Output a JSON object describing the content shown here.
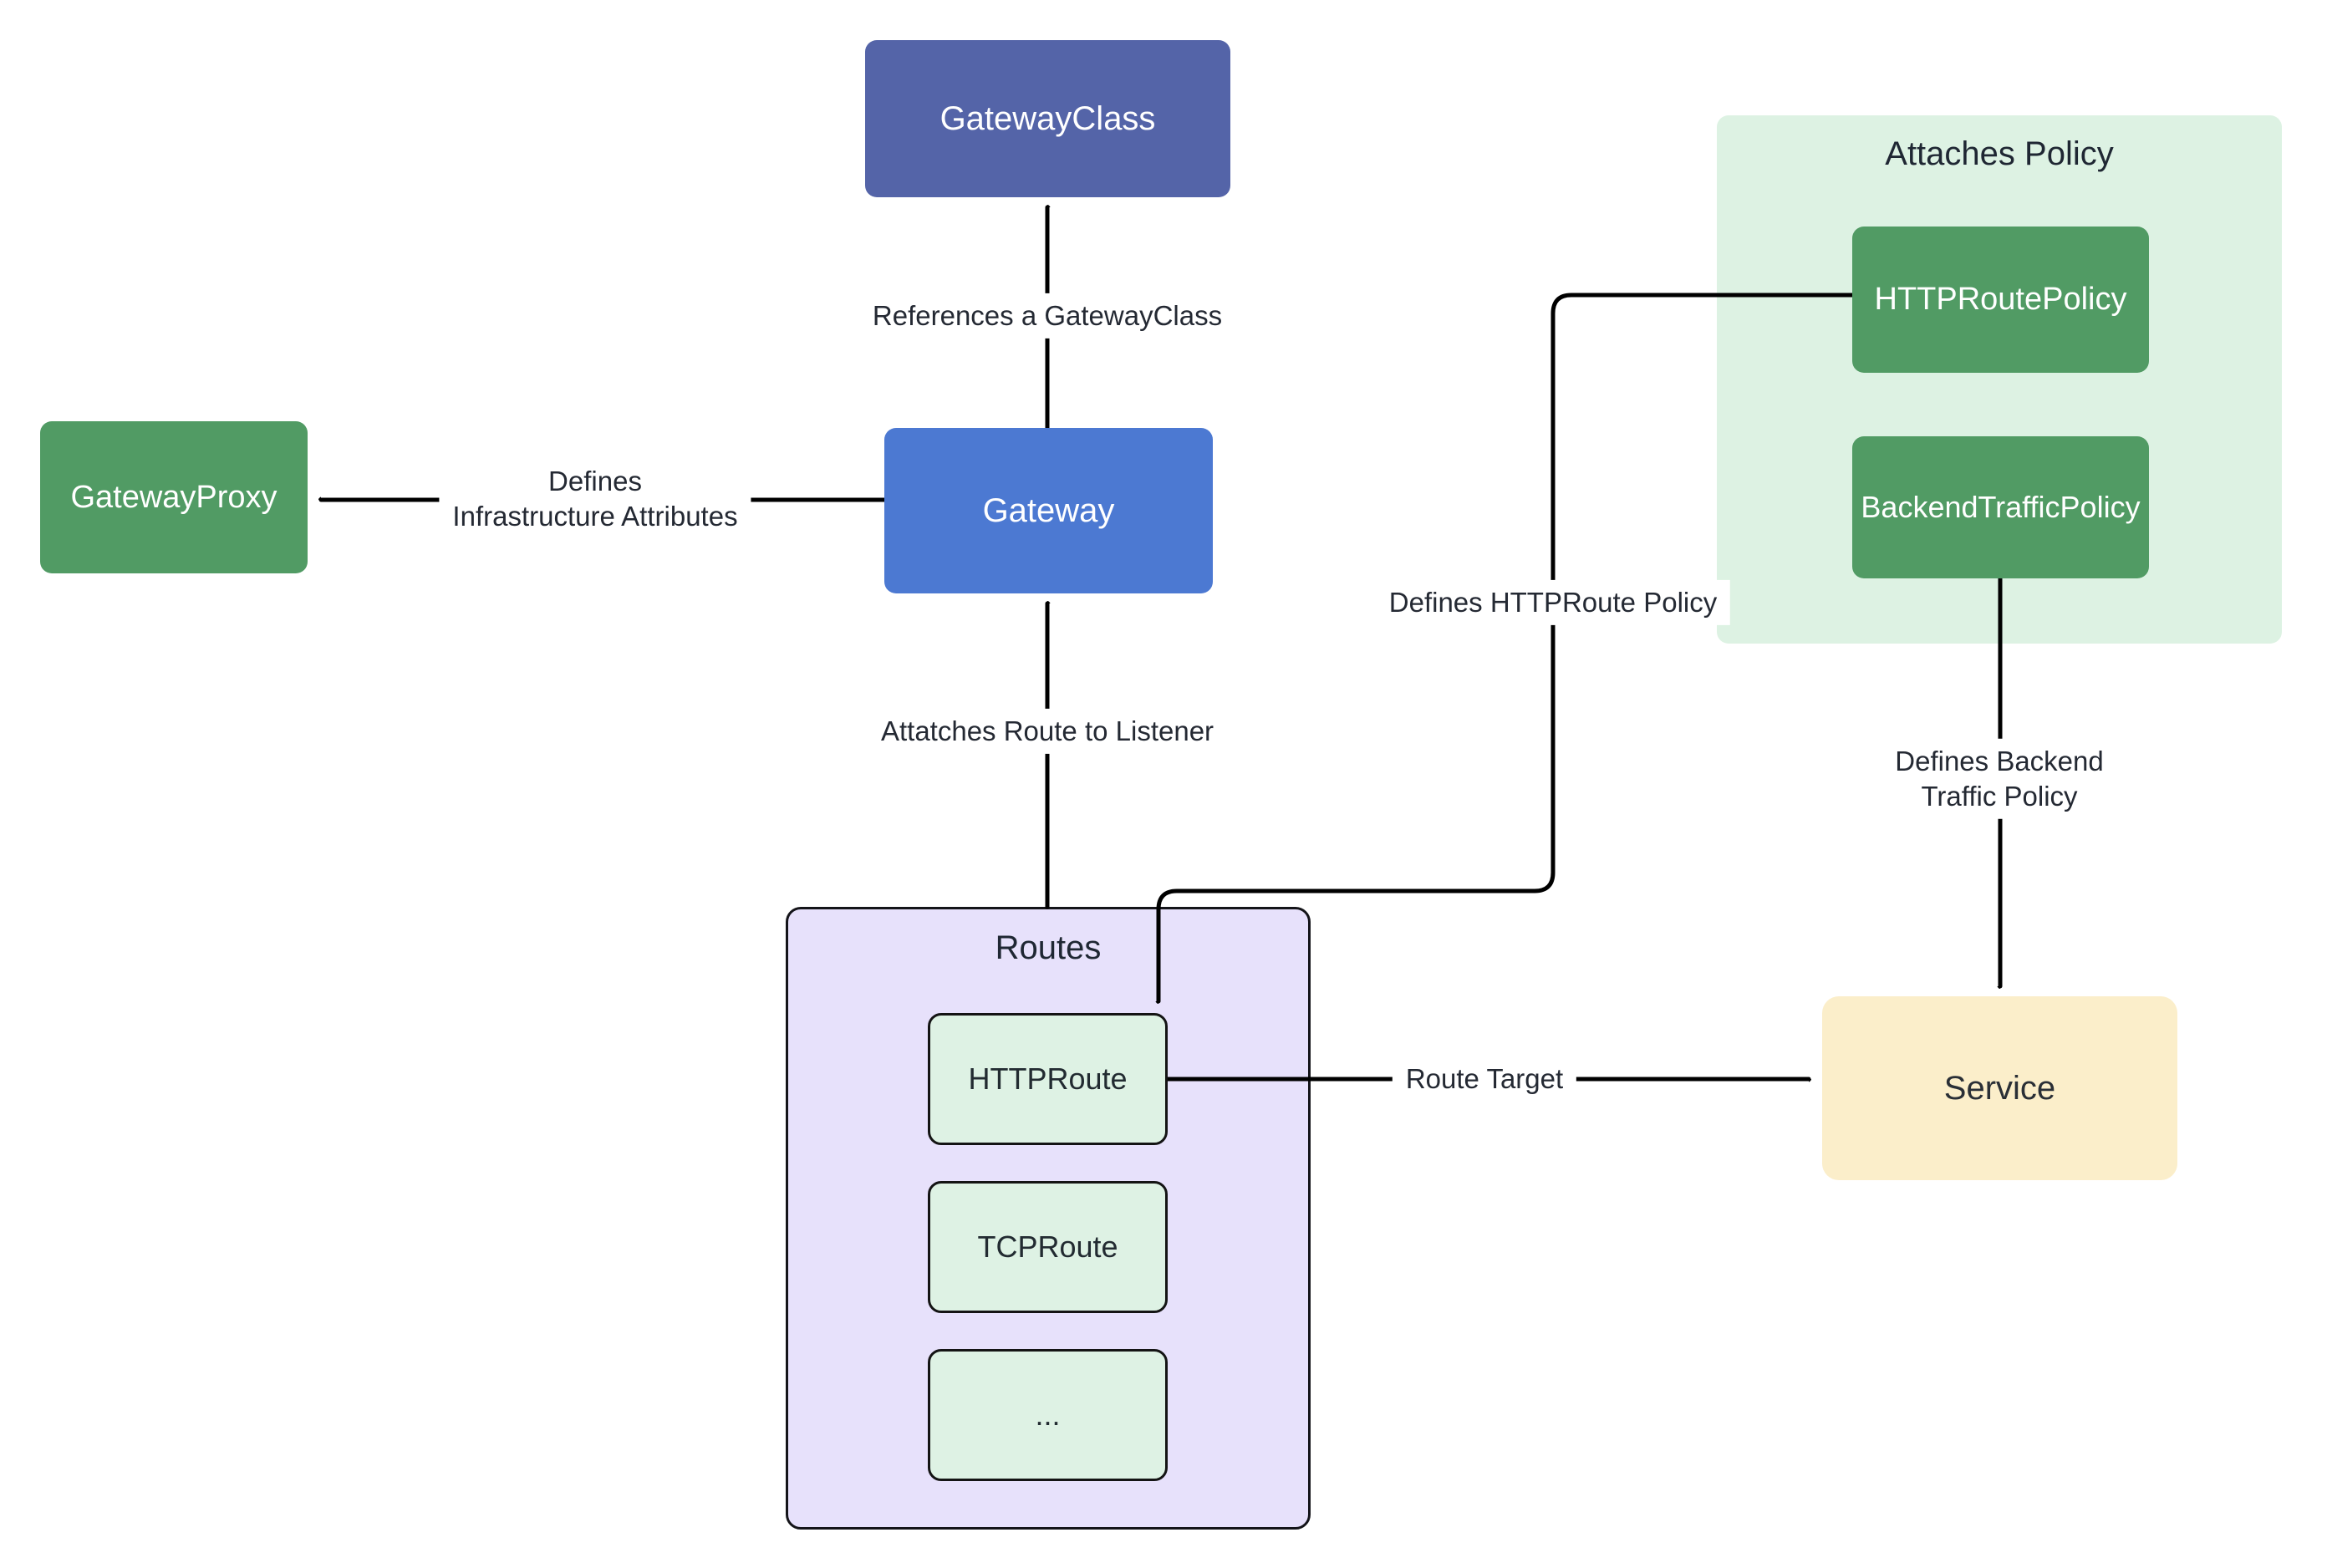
{
  "diagram": {
    "containers": {
      "attaches_policy": {
        "title": "Attaches Policy",
        "fill": "#ddf2e3"
      },
      "routes": {
        "title": "Routes",
        "fill": "#e7e1fb"
      }
    },
    "nodes": {
      "gateway_class": {
        "label": "GatewayClass",
        "fill": "#5464a8",
        "text_color": "#ffffff"
      },
      "gateway": {
        "label": "Gateway",
        "fill": "#4c79d2",
        "text_color": "#ffffff"
      },
      "gateway_proxy": {
        "label": "GatewayProxy",
        "fill": "#519b64",
        "text_color": "#ffffff"
      },
      "http_route_policy": {
        "label": "HTTPRoutePolicy",
        "fill": "#519b64",
        "text_color": "#ffffff"
      },
      "backend_traffic_policy": {
        "label": "BackendTrafficPolicy",
        "fill": "#519b64",
        "text_color": "#ffffff"
      },
      "service": {
        "label": "Service",
        "fill": "#fbeeca",
        "text_color": "#2a2f36"
      },
      "http_route": {
        "label": "HTTPRoute",
        "fill": "#def2e4",
        "text_color": "#222b31"
      },
      "tcp_route": {
        "label": "TCPRoute",
        "fill": "#def2e4",
        "text_color": "#222b31"
      },
      "more_routes": {
        "label": "...",
        "fill": "#def2e4",
        "text_color": "#222b31"
      }
    },
    "edges": {
      "references_gatewayclass": {
        "label": "References a GatewayClass"
      },
      "defines_infrastructure": {
        "label_line1": "Defines",
        "label_line2": "Infrastructure Attributes"
      },
      "attaches_route_to_listener": {
        "label": "Attatches Route to Listener"
      },
      "defines_httproute_policy": {
        "label": "Defines HTTPRoute Policy"
      },
      "defines_backend_traffic": {
        "label_line1": "Defines Backend",
        "label_line2": "Traffic Policy"
      },
      "route_target": {
        "label": "Route Target"
      }
    },
    "colors": {
      "line": "#000000",
      "dark_text": "#242933",
      "background": "#ffffff"
    }
  }
}
